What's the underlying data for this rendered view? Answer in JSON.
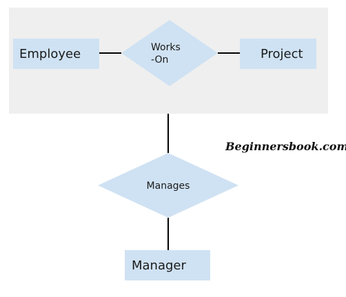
{
  "diagram": {
    "entities": {
      "employee": "Employee",
      "project": "Project",
      "manager": "Manager"
    },
    "relationships": {
      "works_on": [
        "Works",
        "-On"
      ],
      "manages": "Manages"
    },
    "watermark": "Beginnersbook.com"
  },
  "colors": {
    "shape_fill": "#cfe2f3",
    "group_background": "#efefef",
    "line": "#000000"
  }
}
